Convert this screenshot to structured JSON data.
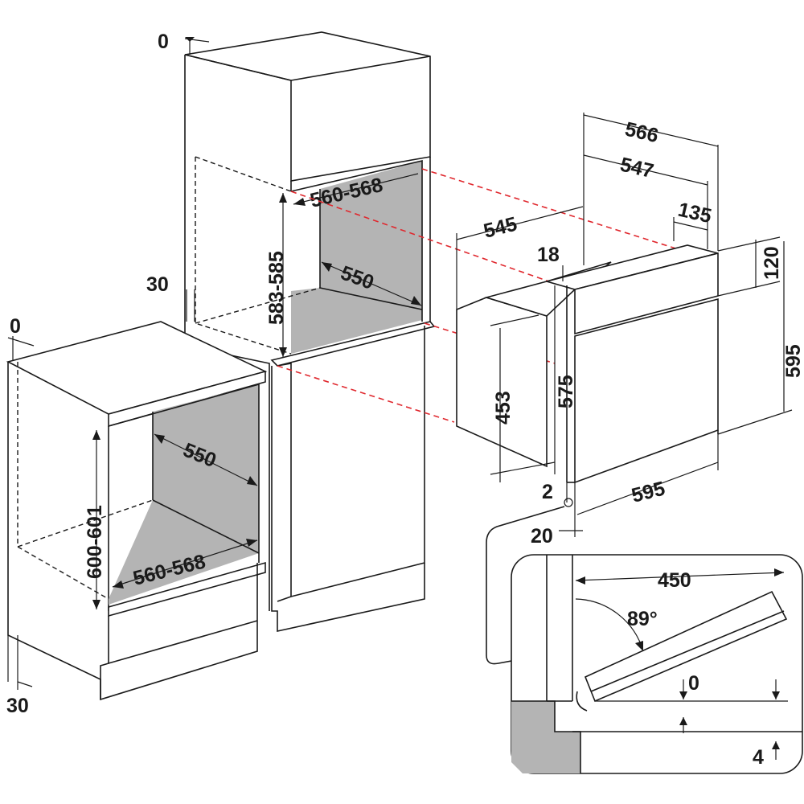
{
  "colors": {
    "line": "#1a1a1a",
    "cavity_fill": "#b4b4b4",
    "guide_red": "#e0282e",
    "background": "#ffffff"
  },
  "tall_cabinet": {
    "top_gap": "0",
    "side_gap": "30",
    "niche_width": "560-568",
    "niche_height": "583-585",
    "niche_depth": "550"
  },
  "base_cabinet": {
    "top_gap": "0",
    "side_gap": "30",
    "niche_height": "600-601",
    "niche_depth": "550",
    "niche_width": "560-568"
  },
  "oven": {
    "overall_depth": "566",
    "body_depth": "547",
    "panel_depth": "135",
    "side_depth": "545",
    "front_offset": "18",
    "panel_height": "120",
    "overall_height": "595",
    "body_height": "575",
    "lower_height": "453",
    "overall_width": "595",
    "bottom_gap": "2",
    "door_thickness": "20"
  },
  "door_detail": {
    "door_open_length": "450",
    "opening_angle": "89°",
    "top_clearance": "0",
    "floor_clearance": "4"
  }
}
